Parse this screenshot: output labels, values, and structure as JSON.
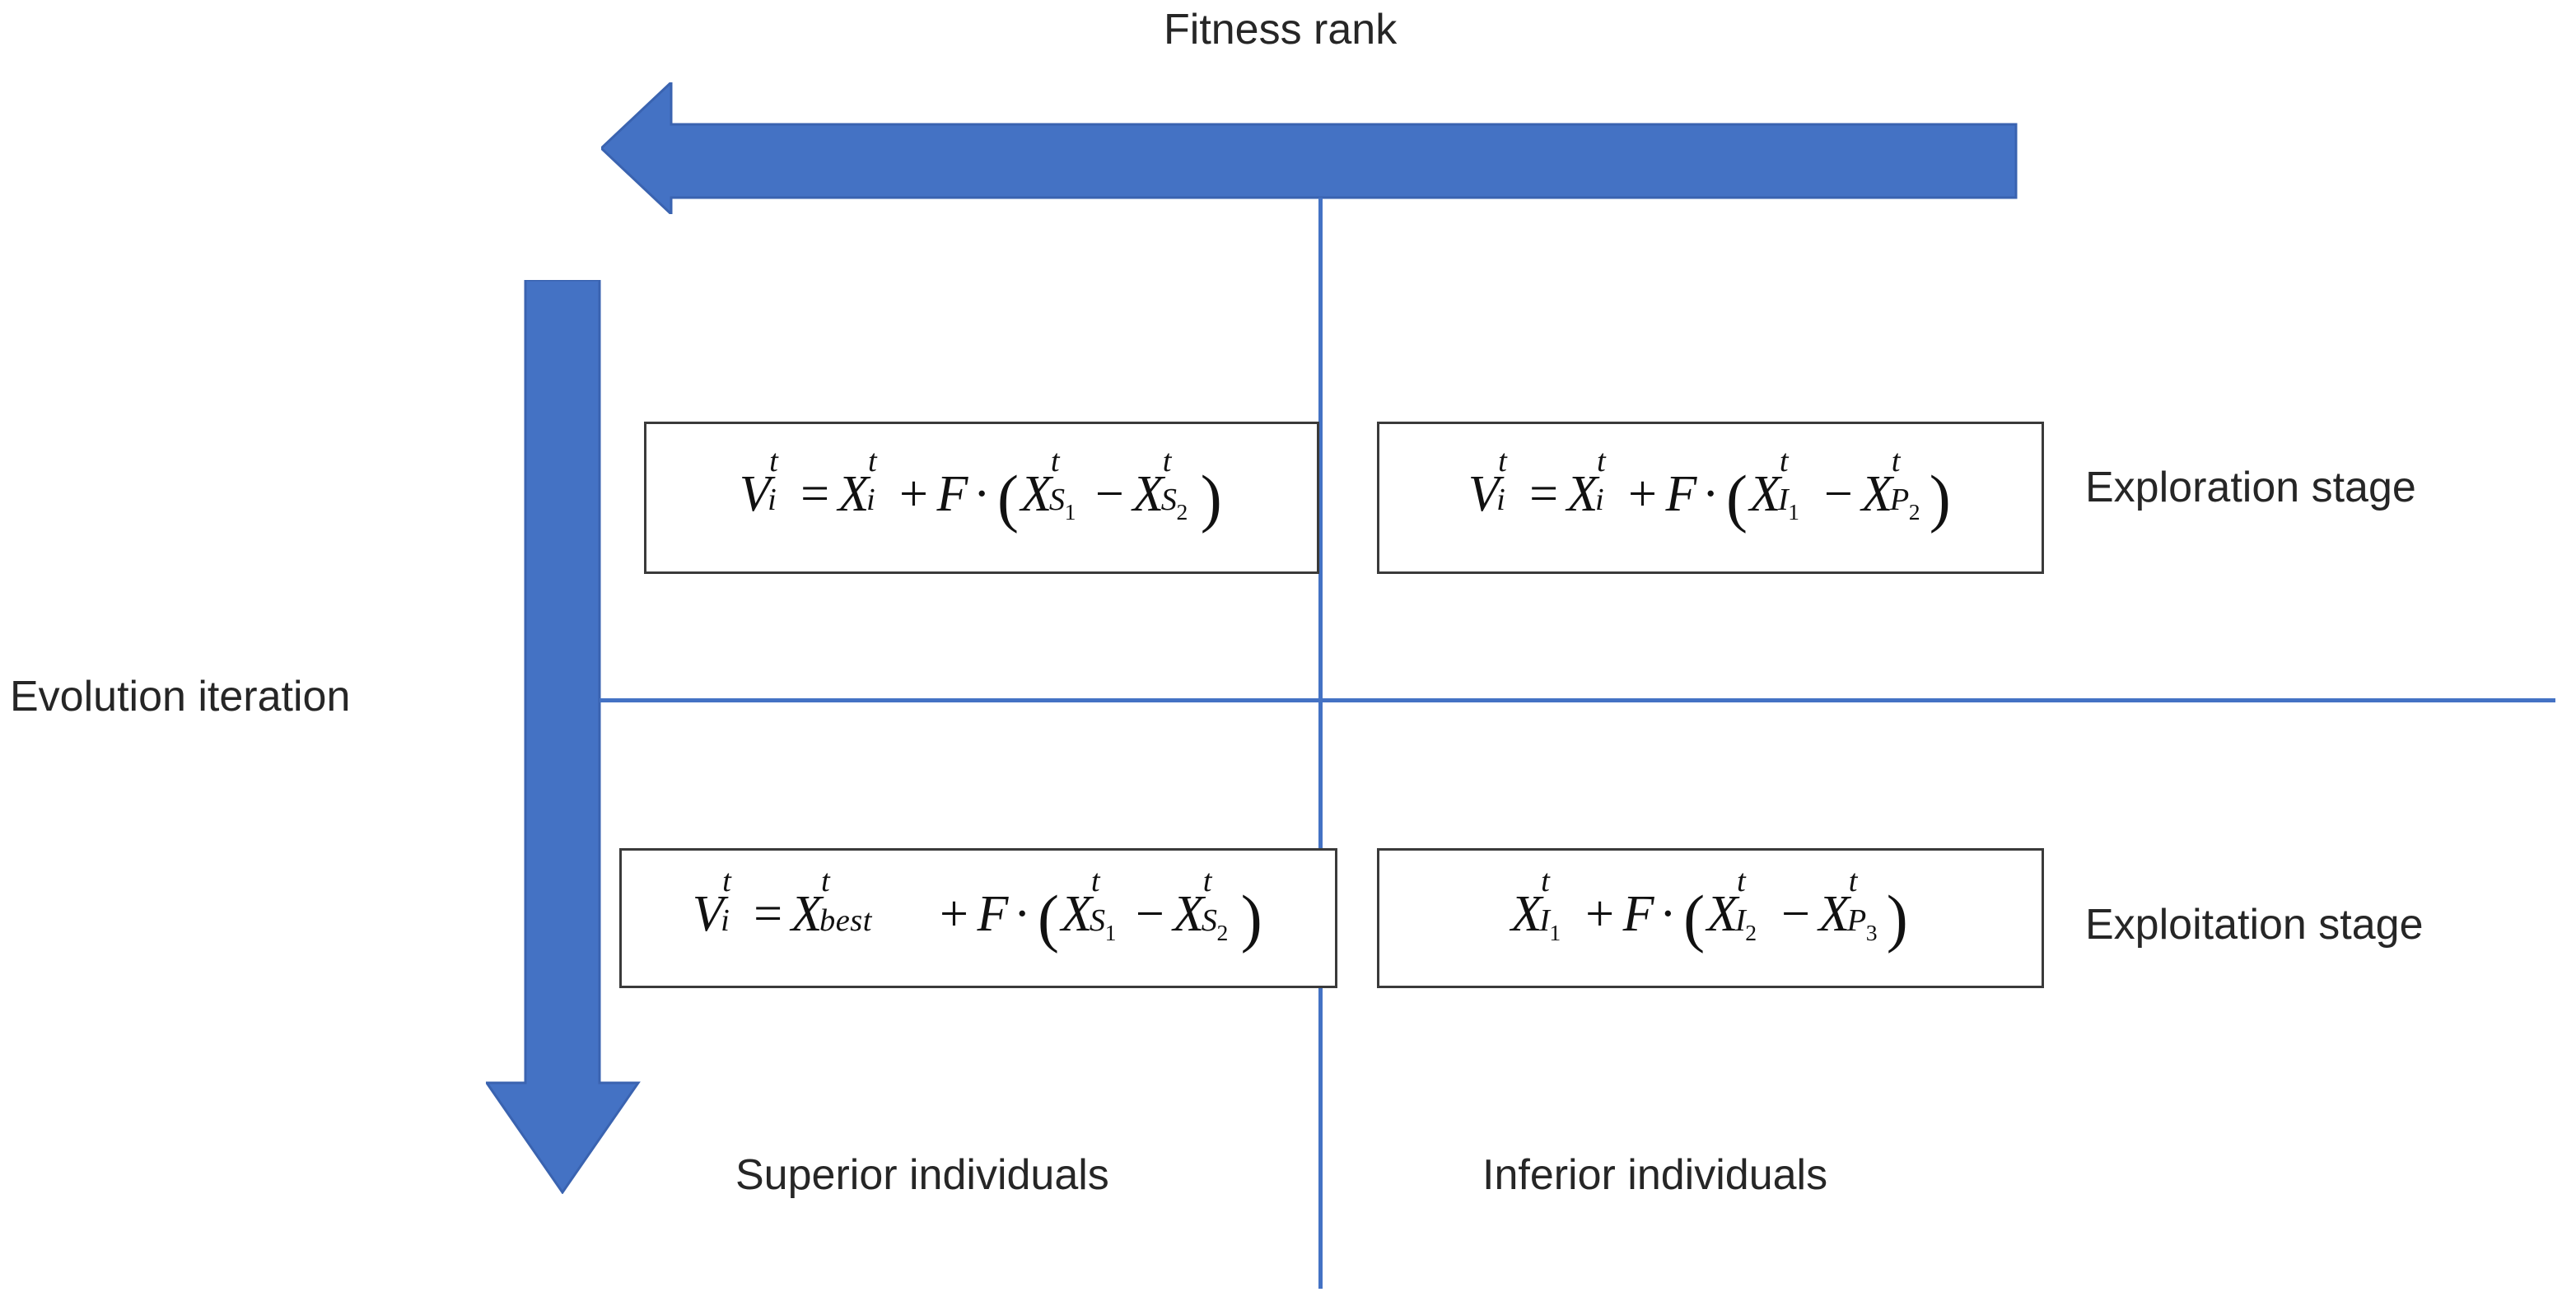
{
  "diagram": {
    "title_top": "Fitness rank",
    "label_left": "Evolution iteration",
    "row_labels": {
      "top": "Exploration stage",
      "bottom": "Exploitation stage"
    },
    "column_labels": {
      "left": "Superior individuals",
      "right": "Inferior individuals"
    },
    "colors": {
      "arrow_fill": "#4472C4",
      "arrow_stroke": "#3A63B0",
      "axis_line": "#4472C4",
      "box_border": "#3A3A3A",
      "text": "#262626",
      "math_text": "#111111",
      "background": "#FFFFFF"
    },
    "arrows": [
      {
        "name": "fitness-rank-arrow",
        "direction": "left",
        "meaning": "Fitness rank increases toward the left"
      },
      {
        "name": "evolution-iteration-arrow",
        "direction": "down",
        "meaning": "Evolution iteration progresses downward"
      }
    ],
    "quadrants": [
      {
        "id": "top-left",
        "stage": "Exploration stage",
        "group": "Superior individuals",
        "formula_plain": "V_i^t = X_i^t + F · ( X_{S_1}^t − X_{S_2}^t )",
        "formula_parts": {
          "lhs_base": "V",
          "lhs_sup": "t",
          "lhs_sub": "i",
          "equals": "=",
          "term1_base": "X",
          "term1_sup": "t",
          "term1_sub": "i",
          "plus": "+",
          "factor": "F",
          "dot": "·",
          "open_paren": "(",
          "term2_base": "X",
          "term2_sup": "t",
          "term2_sub": "S",
          "term2_subsub": "1",
          "minus": "−",
          "term3_base": "X",
          "term3_sup": "t",
          "term3_sub": "S",
          "term3_subsub": "2",
          "close_paren": ")"
        }
      },
      {
        "id": "top-right",
        "stage": "Exploration stage",
        "group": "Inferior individuals",
        "formula_plain": "V_i^t = X_i^t + F · ( X_{I_1}^t − X_{P_2}^t )",
        "formula_parts": {
          "lhs_base": "V",
          "lhs_sup": "t",
          "lhs_sub": "i",
          "equals": "=",
          "term1_base": "X",
          "term1_sup": "t",
          "term1_sub": "i",
          "plus": "+",
          "factor": "F",
          "dot": "·",
          "open_paren": "(",
          "term2_base": "X",
          "term2_sup": "t",
          "term2_sub": "I",
          "term2_subsub": "1",
          "minus": "−",
          "term3_base": "X",
          "term3_sup": "t",
          "term3_sub": "P",
          "term3_subsub": "2",
          "close_paren": ")"
        }
      },
      {
        "id": "bottom-left",
        "stage": "Exploitation stage",
        "group": "Superior individuals",
        "formula_plain": "V_i^t = X_best^t + F · ( X_{S_1}^t − X_{S_2}^t )",
        "formula_parts": {
          "lhs_base": "V",
          "lhs_sup": "t",
          "lhs_sub": "i",
          "equals": "=",
          "term1_base": "X",
          "term1_sup": "t",
          "term1_sub": "best",
          "plus": "+",
          "factor": "F",
          "dot": "·",
          "open_paren": "(",
          "term2_base": "X",
          "term2_sup": "t",
          "term2_sub": "S",
          "term2_subsub": "1",
          "minus": "−",
          "term3_base": "X",
          "term3_sup": "t",
          "term3_sub": "S",
          "term3_subsub": "2",
          "close_paren": ")"
        }
      },
      {
        "id": "bottom-right",
        "stage": "Exploitation stage",
        "group": "Inferior individuals",
        "formula_plain": "X_{I_1}^t + F · ( X_{I_2}^t − X_{P_3}^t )",
        "formula_parts": {
          "term1_base": "X",
          "term1_sup": "t",
          "term1_sub": "I",
          "term1_subsub": "1",
          "plus": "+",
          "factor": "F",
          "dot": "·",
          "open_paren": "(",
          "term2_base": "X",
          "term2_sup": "t",
          "term2_sub": "I",
          "term2_subsub": "2",
          "minus": "−",
          "term3_base": "X",
          "term3_sup": "t",
          "term3_sub": "P",
          "term3_subsub": "3",
          "close_paren": ")"
        }
      }
    ]
  }
}
